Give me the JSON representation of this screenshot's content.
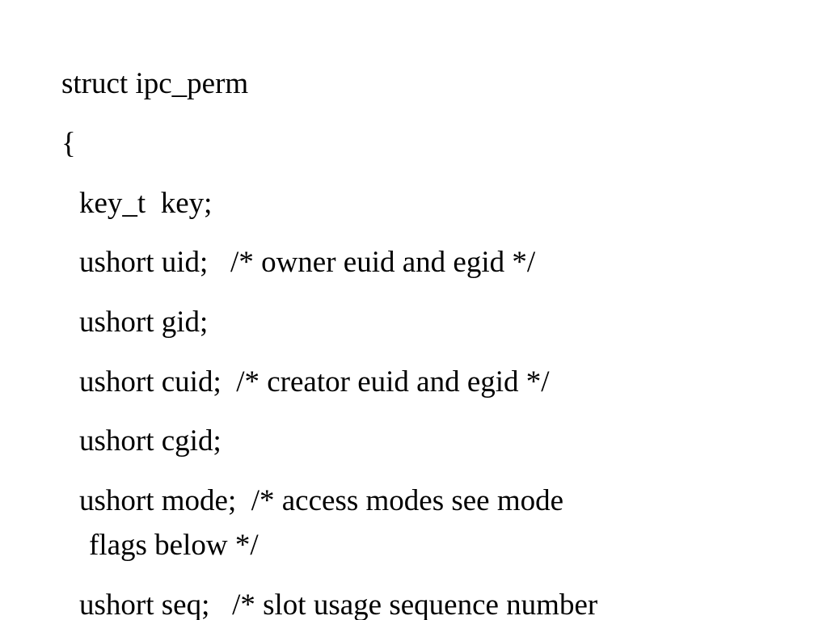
{
  "code": {
    "lines": [
      "struct ipc_perm",
      "{",
      "key_t  key;",
      "ushort uid;   /* owner euid and egid */",
      "ushort gid;",
      "ushort cuid;  /* creator euid and egid */",
      "ushort cgid;",
      "ushort mode;  /* access modes see mode",
      "flags below */",
      "ushort seq;   /* slot usage sequence number"
    ]
  }
}
